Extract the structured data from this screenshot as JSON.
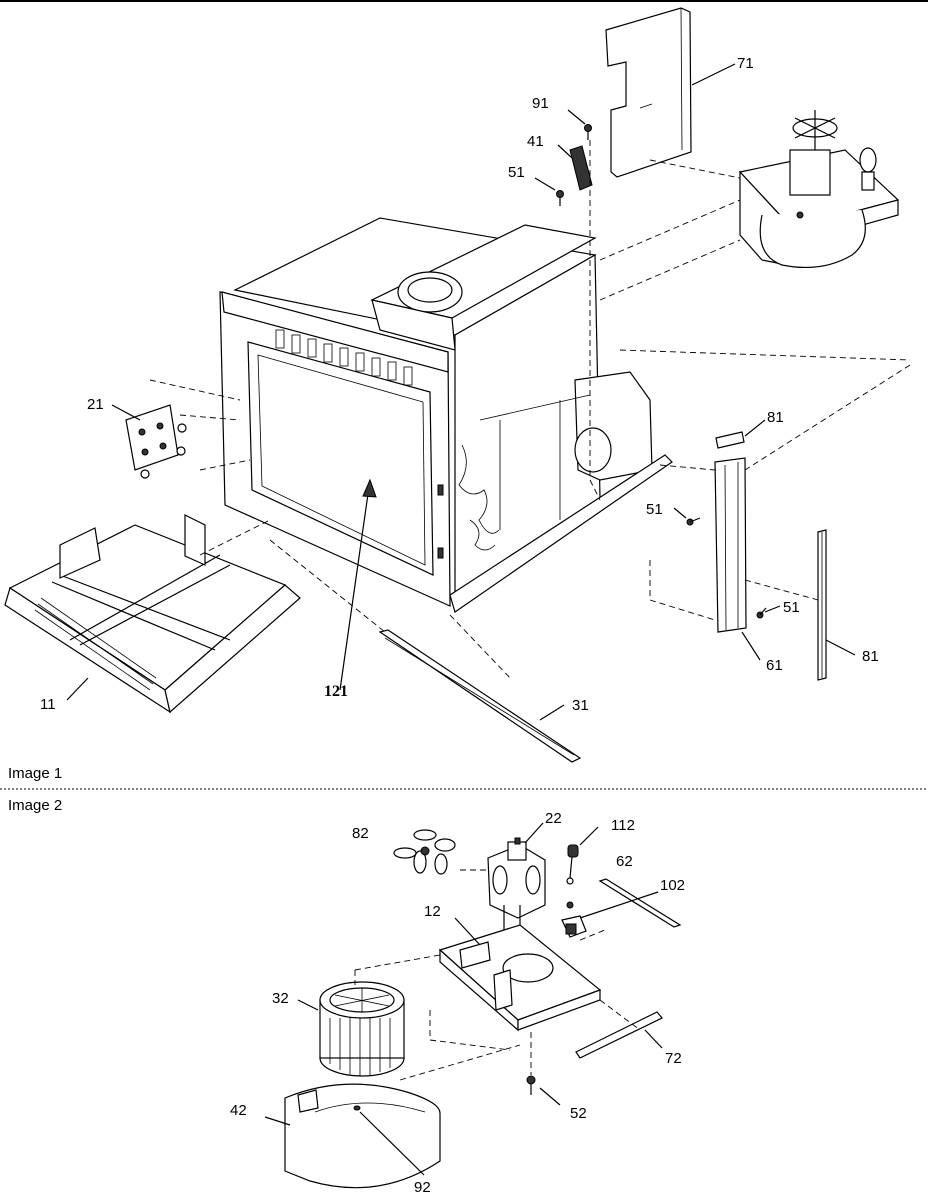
{
  "sections": [
    {
      "name": "Image 1",
      "callouts": [
        "71",
        "91",
        "41",
        "51",
        "21",
        "81",
        "51",
        "51",
        "11",
        "121",
        "61",
        "81",
        "31"
      ]
    },
    {
      "name": "Image 2",
      "callouts": [
        "82",
        "22",
        "112",
        "62",
        "102",
        "12",
        "32",
        "72",
        "42",
        "52",
        "92"
      ]
    }
  ]
}
